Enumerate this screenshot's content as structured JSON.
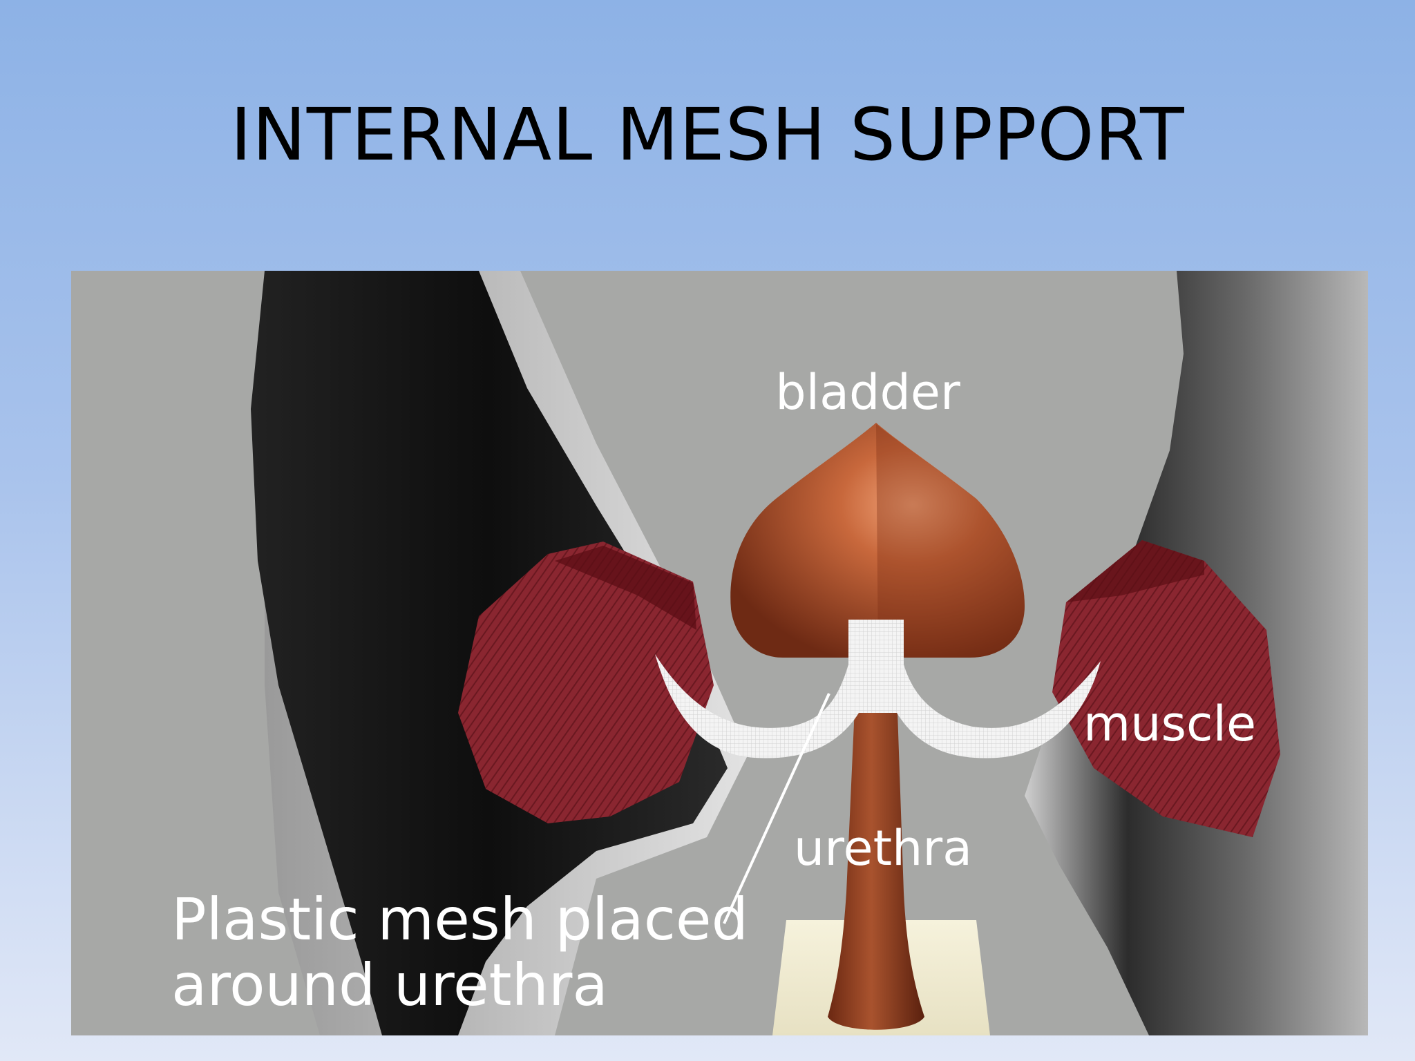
{
  "slide": {
    "title": "INTERNAL MESH SUPPORT"
  },
  "figure": {
    "labels": {
      "bladder": "bladder",
      "muscle": "muscle",
      "urethra": "urethra",
      "caption_line1": "Plastic mesh placed",
      "caption_line2": "around urethra"
    },
    "colors": {
      "background_gray": "#a7a8a6",
      "bladder": "#b65a33",
      "muscle": "#8a2630",
      "mesh": "#f2f2f2",
      "label_text": "#ffffff"
    }
  }
}
